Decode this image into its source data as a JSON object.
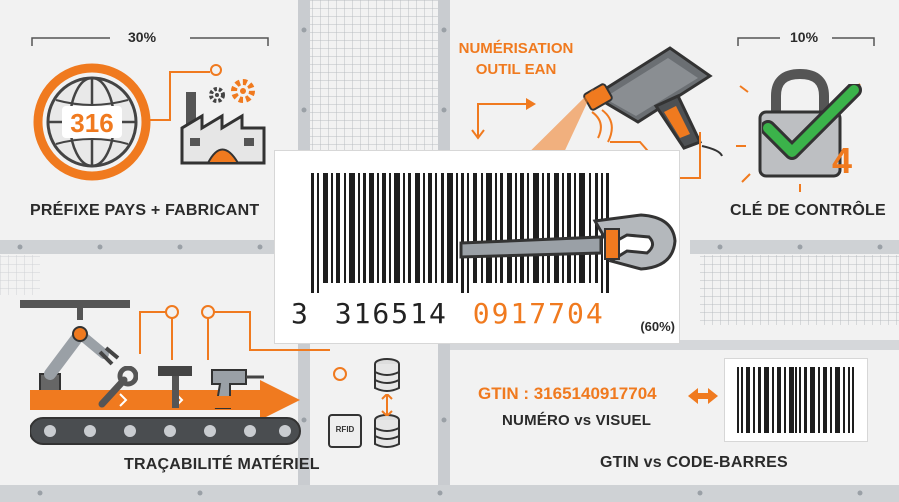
{
  "colors": {
    "accent": "#f07a1f",
    "dark": "#3a3a3a",
    "metal": "#9aa0a6",
    "bg": "#f2f2f2",
    "green": "#3bb34a"
  },
  "top_left": {
    "percent": "30%",
    "globe_code": "316",
    "caption": "PRÉFIXE PAYS + FABRICANT"
  },
  "top_center": {
    "title_line1": "NUMÉRISATION",
    "title_line2": "OUTIL EAN",
    "barcode_digit_first": "3",
    "barcode_group1": "316514",
    "barcode_group2": "0917704",
    "percent": "(60%)"
  },
  "top_right": {
    "percent": "10%",
    "check_digit": "4",
    "caption": "CLÉ DE CONTRÔLE"
  },
  "bottom_left": {
    "caption": "TRAÇABILITÉ MATÉRIEL",
    "rfid_label": "RFID"
  },
  "bottom_right": {
    "gtin_text": "GTIN : 3165140917704",
    "subtitle": "NUMÉRO vs VISUEL",
    "caption": "GTIN vs CODE-BARRES"
  },
  "icons": [
    "globe-icon",
    "factory-icon",
    "gear-icon",
    "lock-icon",
    "check-icon",
    "barcode-scanner-icon",
    "wrench-icon",
    "hammer-icon",
    "drill-icon",
    "robot-arm-icon",
    "conveyor-icon",
    "database-icon",
    "rfid-tag-icon",
    "double-arrow-icon",
    "barcode-icon"
  ]
}
